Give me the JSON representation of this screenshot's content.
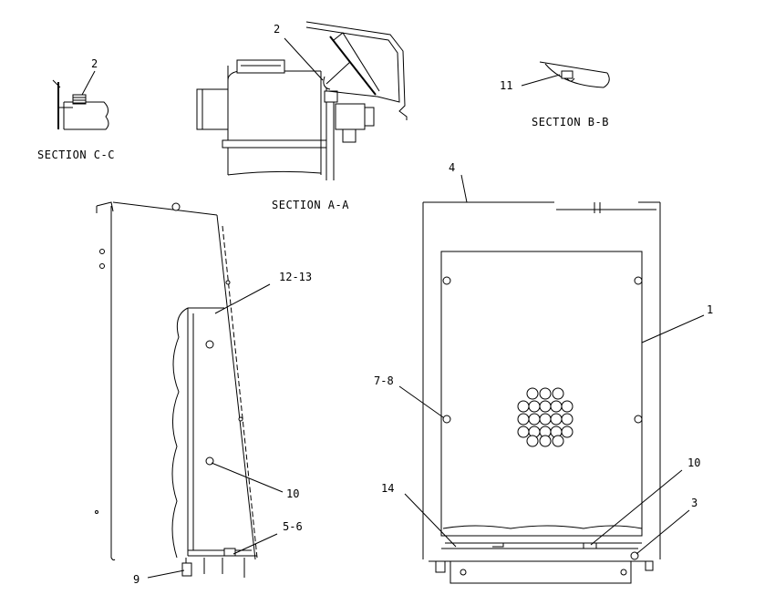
{
  "sections": {
    "c": "SECTION C-C",
    "a": "SECTION A-A",
    "b": "SECTION B-B"
  },
  "callouts": {
    "c2": "2",
    "a2": "2",
    "b11": "11",
    "item4": "4",
    "item12_13": "12-13",
    "item1": "1",
    "item7_8": "7-8",
    "item10_left": "10",
    "item10_right": "10",
    "item14": "14",
    "item3": "3",
    "item5_6": "5-6",
    "item9": "9"
  }
}
